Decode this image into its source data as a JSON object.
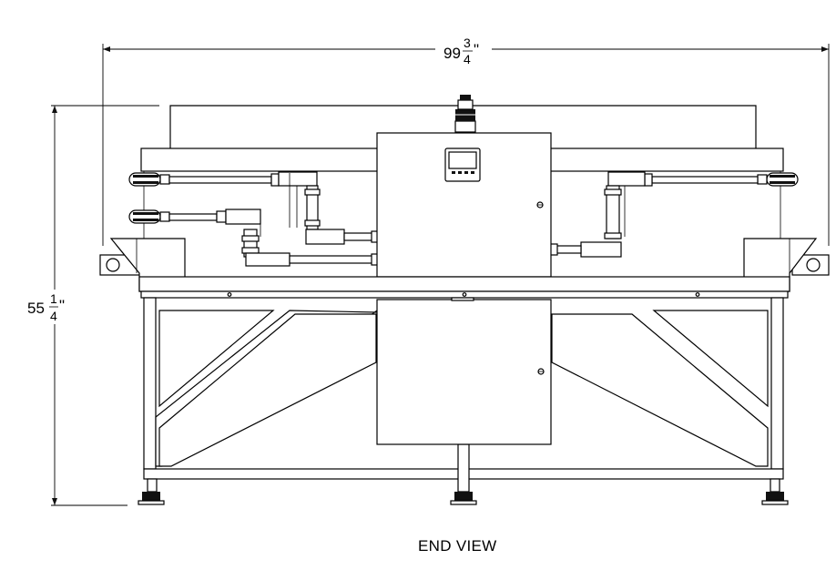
{
  "drawing": {
    "caption": "END VIEW",
    "width_dimension": {
      "whole": "99",
      "numerator": "3",
      "denominator": "4",
      "unit": "\""
    },
    "height_dimension": {
      "whole": "55",
      "numerator": "1",
      "denominator": "4",
      "unit": "\""
    }
  }
}
